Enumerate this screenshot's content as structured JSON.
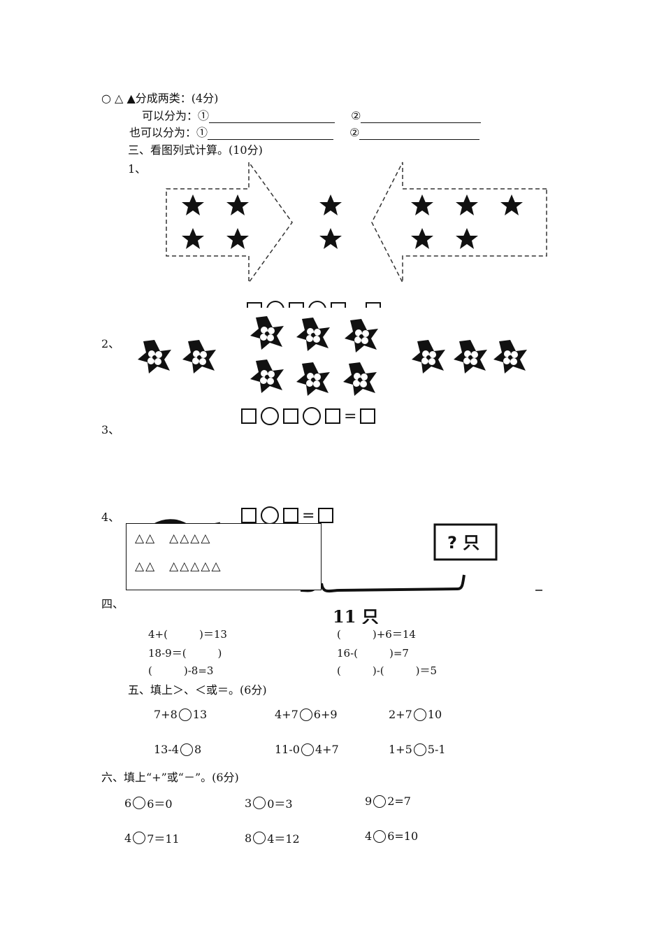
{
  "section_classify": {
    "title": "○ △ ▲分成两类：(4分)",
    "line1_label": "可以分为：①",
    "line2_label": "也可以分为：①",
    "second_marker": "②"
  },
  "section3": {
    "title": "三、看图列式计算。(10分)",
    "q1_label": "1、",
    "q2_label": "2、",
    "q3_label": "3、",
    "q4_label": "4、"
  },
  "triangle_box": {
    "row1": "△△　△△△△",
    "row2": "△△　△△△△△"
  },
  "bird_puzzle": {
    "question": "? 只",
    "total": "11 只"
  },
  "section4": {
    "title": "四、",
    "eq1": "4+(　　　)＝13",
    "eq2": "(　　　)+6＝14",
    "eq3": "18-9＝(　　　)",
    "eq4": "16-(　　　)=7",
    "eq5": "(　　　)-8=3",
    "eq6": "(　　　)-(　　　)＝5"
  },
  "section5": {
    "title": "五、填上＞、＜或＝。(6分)",
    "items": [
      {
        "left": "7+8",
        "right": "13"
      },
      {
        "left": "4+7",
        "right": "6+9"
      },
      {
        "left": "2+7",
        "right": "10"
      },
      {
        "left": "13-4",
        "right": "8"
      },
      {
        "left": "11-0",
        "right": "4+7"
      },
      {
        "left": "1+5",
        "right": "5-1"
      }
    ]
  },
  "section6": {
    "title": "六、填上“+”或“－”。(6分)",
    "items": [
      {
        "left": "6",
        "right": "6＝0"
      },
      {
        "left": "3",
        "right": "0＝3"
      },
      {
        "left": "9",
        "right": "2=7"
      },
      {
        "left": "4",
        "right": "7＝11"
      },
      {
        "left": "8",
        "right": "4＝12"
      },
      {
        "left": "4",
        "right": "6=10"
      }
    ]
  },
  "equation_sign": "="
}
